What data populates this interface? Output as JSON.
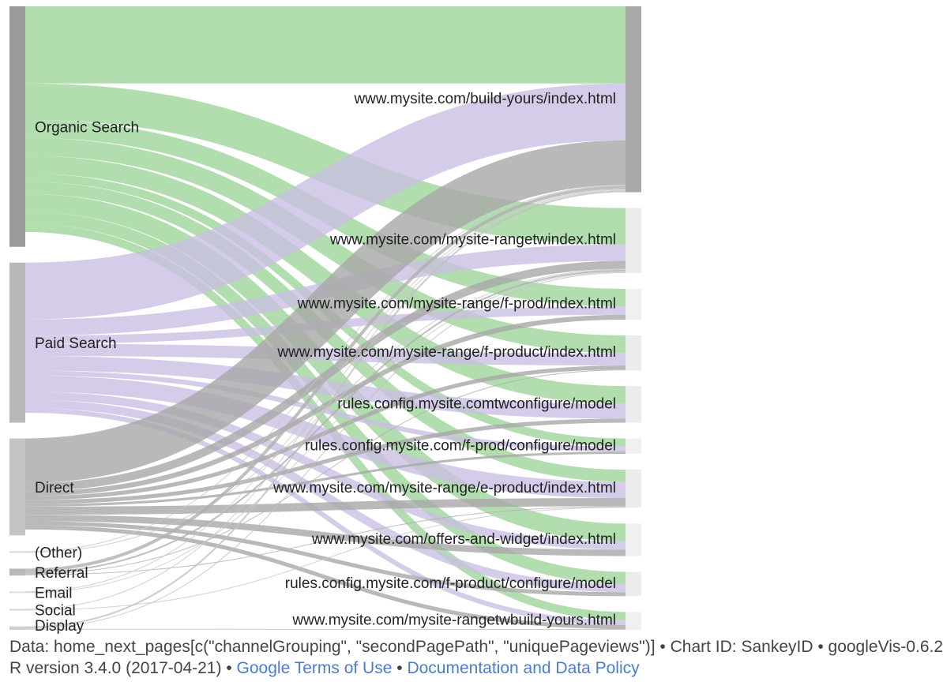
{
  "chart_data": {
    "type": "sankey",
    "sources": [
      {
        "name": "Organic Search",
        "color": "#9a9a9a",
        "flow_color": "#9fd59a"
      },
      {
        "name": "Paid Search",
        "color": "#b8b8b8",
        "flow_color": "#c9bfe2"
      },
      {
        "name": "Direct",
        "color": "#c4c4c4",
        "flow_color": "#a8a8a8"
      },
      {
        "name": "(Other)",
        "color": "#dcdcdc",
        "flow_color": "#c8c8c8"
      },
      {
        "name": "Referral",
        "color": "#b8b8b8",
        "flow_color": "#b0b0b0"
      },
      {
        "name": "Email",
        "color": "#e0e0e0",
        "flow_color": "#c8c8c8"
      },
      {
        "name": "Social",
        "color": "#d8d8d8",
        "flow_color": "#c8c8c8"
      },
      {
        "name": "Display",
        "color": "#cfcfcf",
        "flow_color": "#c0c0c0"
      }
    ],
    "targets": [
      {
        "name": "www.mysite.com/build-yours/index.html",
        "color": "#a9a9a9"
      },
      {
        "name": "www.mysite.com/mysite-rangetwindex.html",
        "color": "#ececec"
      },
      {
        "name": "www.mysite.com/mysite-range/f-prod/index.html",
        "color": "#f0f0f0"
      },
      {
        "name": "www.mysite.com/mysite-range/f-product/index.html",
        "color": "#ececec"
      },
      {
        "name": "rules.config.mysite.comtwconfigure/model",
        "color": "#ececec"
      },
      {
        "name": "rules.config.mysite.com/f-prod/configure/model",
        "color": "#f0f0f0"
      },
      {
        "name": "www.mysite.com/mysite-range/e-product/index.html",
        "color": "#ececec"
      },
      {
        "name": "www.mysite.com/offers-and-widget/index.html",
        "color": "#f0f0f0"
      },
      {
        "name": "rules.config.mysite.com/f-product/configure/model",
        "color": "#ececec"
      },
      {
        "name": "www.mysite.com/mysite-rangetwbuild-yours.html",
        "color": "#f0f0f0"
      }
    ],
    "links": [
      {
        "source": 0,
        "target": 0,
        "value": 95
      },
      {
        "source": 0,
        "target": 1,
        "value": 45
      },
      {
        "source": 0,
        "target": 2,
        "value": 22
      },
      {
        "source": 0,
        "target": 3,
        "value": 22
      },
      {
        "source": 0,
        "target": 4,
        "value": 22
      },
      {
        "source": 0,
        "target": 5,
        "value": 10
      },
      {
        "source": 0,
        "target": 6,
        "value": 15
      },
      {
        "source": 0,
        "target": 7,
        "value": 22
      },
      {
        "source": 0,
        "target": 8,
        "value": 15
      },
      {
        "source": 0,
        "target": 9,
        "value": 10
      },
      {
        "source": 1,
        "target": 0,
        "value": 70
      },
      {
        "source": 1,
        "target": 1,
        "value": 20
      },
      {
        "source": 1,
        "target": 2,
        "value": 10
      },
      {
        "source": 1,
        "target": 3,
        "value": 15
      },
      {
        "source": 1,
        "target": 4,
        "value": 18
      },
      {
        "source": 1,
        "target": 5,
        "value": 6
      },
      {
        "source": 1,
        "target": 6,
        "value": 20
      },
      {
        "source": 1,
        "target": 7,
        "value": 10
      },
      {
        "source": 1,
        "target": 8,
        "value": 10
      },
      {
        "source": 1,
        "target": 9,
        "value": 6
      },
      {
        "source": 2,
        "target": 0,
        "value": 55
      },
      {
        "source": 2,
        "target": 1,
        "value": 10
      },
      {
        "source": 2,
        "target": 2,
        "value": 6
      },
      {
        "source": 2,
        "target": 3,
        "value": 5
      },
      {
        "source": 2,
        "target": 4,
        "value": 5
      },
      {
        "source": 2,
        "target": 5,
        "value": 3
      },
      {
        "source": 2,
        "target": 6,
        "value": 10
      },
      {
        "source": 2,
        "target": 7,
        "value": 8
      },
      {
        "source": 2,
        "target": 8,
        "value": 5
      },
      {
        "source": 2,
        "target": 9,
        "value": 5
      },
      {
        "source": 3,
        "target": 0,
        "value": 1
      },
      {
        "source": 3,
        "target": 1,
        "value": 1
      },
      {
        "source": 4,
        "target": 0,
        "value": 4
      },
      {
        "source": 4,
        "target": 1,
        "value": 2
      },
      {
        "source": 4,
        "target": 3,
        "value": 1
      },
      {
        "source": 4,
        "target": 6,
        "value": 1
      },
      {
        "source": 5,
        "target": 0,
        "value": 1
      },
      {
        "source": 5,
        "target": 1,
        "value": 1
      },
      {
        "source": 6,
        "target": 0,
        "value": 1
      },
      {
        "source": 6,
        "target": 6,
        "value": 1
      },
      {
        "source": 7,
        "target": 0,
        "value": 2
      },
      {
        "source": 7,
        "target": 1,
        "value": 1
      },
      {
        "source": 7,
        "target": 9,
        "value": 1
      }
    ]
  },
  "footer": {
    "data_line": "Data: home_next_pages[c(\"channelGrouping\", \"secondPagePath\", \"uniquePageviews\")] • Chart ID: SankeyID • googleVis-0.6.2",
    "r_version": "R version 3.4.0 (2017-04-21)",
    "separator": "•",
    "terms_link": "Google Terms of Use",
    "docs_link": "Documentation and Data Policy"
  }
}
